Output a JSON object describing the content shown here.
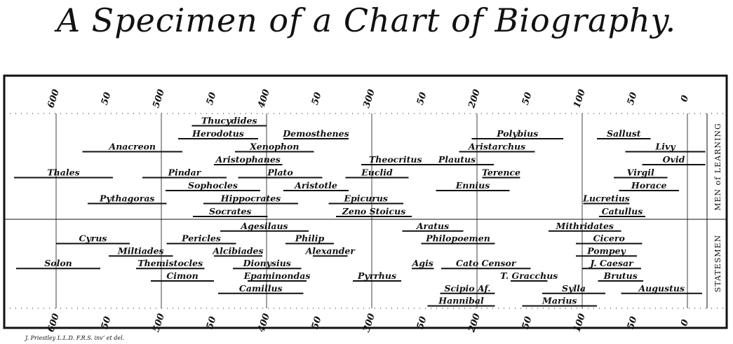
{
  "title": "A Specimen of a Chart of Biography.",
  "credit": "J. Priestley L.L.D. F.R.S. inv’ et del.",
  "chart_data": {
    "type": "timeline",
    "x_unit": "years B.C.",
    "xlim": [
      650,
      -25
    ],
    "ticks": [
      "600",
      "50",
      "500",
      "50",
      "400",
      "50",
      "300",
      "50",
      "200",
      "50",
      "100",
      "50",
      "0"
    ],
    "tick_values": [
      600,
      550,
      500,
      450,
      400,
      350,
      300,
      250,
      200,
      150,
      100,
      50,
      0
    ],
    "section_labels": [
      "MEN of LEARNING",
      "STATESMEN"
    ],
    "men_of_learning": [
      {
        "name": "Thucydides",
        "start": 471,
        "end": 400,
        "row": 0
      },
      {
        "name": "Herodotus",
        "start": 484,
        "end": 408,
        "row": 1
      },
      {
        "name": "Demosthenes",
        "start": 384,
        "end": 322,
        "row": 1
      },
      {
        "name": "Polybius",
        "start": 205,
        "end": 118,
        "row": 1
      },
      {
        "name": "Sallust",
        "start": 86,
        "end": 35,
        "row": 1
      },
      {
        "name": "Anacreon",
        "start": 575,
        "end": 480,
        "row": 2
      },
      {
        "name": "Xenophon",
        "start": 430,
        "end": 355,
        "row": 2
      },
      {
        "name": "Aristarchus",
        "start": 217,
        "end": 145,
        "row": 2
      },
      {
        "name": "Livy",
        "start": 59,
        "end": -17,
        "row": 2
      },
      {
        "name": "Aristophanes",
        "start": 450,
        "end": 385,
        "row": 3
      },
      {
        "name": "Theocritus",
        "start": 310,
        "end": 245,
        "row": 3
      },
      {
        "name": "Plautus",
        "start": 254,
        "end": 184,
        "row": 3
      },
      {
        "name": "Ovid",
        "start": 43,
        "end": -17,
        "row": 3
      },
      {
        "name": "Thales",
        "start": 640,
        "end": 546,
        "row": 4
      },
      {
        "name": "Pindar",
        "start": 518,
        "end": 438,
        "row": 4
      },
      {
        "name": "Plato",
        "start": 427,
        "end": 347,
        "row": 4
      },
      {
        "name": "Euclid",
        "start": 325,
        "end": 265,
        "row": 4
      },
      {
        "name": "Terence",
        "start": 195,
        "end": 159,
        "row": 4
      },
      {
        "name": "Virgil",
        "start": 70,
        "end": 19,
        "row": 4
      },
      {
        "name": "Sophocles",
        "start": 496,
        "end": 406,
        "row": 5
      },
      {
        "name": "Aristotle",
        "start": 384,
        "end": 322,
        "row": 5
      },
      {
        "name": "Ennius",
        "start": 239,
        "end": 169,
        "row": 5
      },
      {
        "name": "Horace",
        "start": 65,
        "end": 8,
        "row": 5
      },
      {
        "name": "Pythagoras",
        "start": 570,
        "end": 495,
        "row": 6
      },
      {
        "name": "Hippocrates",
        "start": 460,
        "end": 370,
        "row": 6
      },
      {
        "name": "Epicurus",
        "start": 341,
        "end": 270,
        "row": 6
      },
      {
        "name": "Lucretius",
        "start": 99,
        "end": 55,
        "row": 6
      },
      {
        "name": "Socrates",
        "start": 470,
        "end": 399,
        "row": 7
      },
      {
        "name": "Zeno Stoicus",
        "start": 334,
        "end": 262,
        "row": 7
      },
      {
        "name": "Catullus",
        "start": 84,
        "end": 40,
        "row": 7
      }
    ],
    "statesmen": [
      {
        "name": "Agesilaus",
        "start": 444,
        "end": 360,
        "row": 0
      },
      {
        "name": "Aratus",
        "start": 271,
        "end": 213,
        "row": 0
      },
      {
        "name": "Mithridates",
        "start": 132,
        "end": 63,
        "row": 0
      },
      {
        "name": "Cyrus",
        "start": 600,
        "end": 530,
        "row": 1
      },
      {
        "name": "Pericles",
        "start": 495,
        "end": 429,
        "row": 1
      },
      {
        "name": "Philip",
        "start": 382,
        "end": 336,
        "row": 1
      },
      {
        "name": "Philopoemen",
        "start": 253,
        "end": 183,
        "row": 1
      },
      {
        "name": "Cicero",
        "start": 106,
        "end": 43,
        "row": 1
      },
      {
        "name": "Miltiades",
        "start": 550,
        "end": 489,
        "row": 2
      },
      {
        "name": "Alcibiades",
        "start": 450,
        "end": 404,
        "row": 2
      },
      {
        "name": "Alexander",
        "start": 356,
        "end": 323,
        "row": 2
      },
      {
        "name": "Pompey",
        "start": 106,
        "end": 48,
        "row": 2
      },
      {
        "name": "Solon",
        "start": 638,
        "end": 558,
        "row": 3
      },
      {
        "name": "Themistocles",
        "start": 524,
        "end": 459,
        "row": 3
      },
      {
        "name": "Dionysius",
        "start": 432,
        "end": 367,
        "row": 3
      },
      {
        "name": "Agis",
        "start": 262,
        "end": 241,
        "row": 3
      },
      {
        "name": "Cato Censor",
        "start": 234,
        "end": 149,
        "row": 3
      },
      {
        "name": "J. Caesar",
        "start": 100,
        "end": 44,
        "row": 3
      },
      {
        "name": "Cimon",
        "start": 510,
        "end": 450,
        "row": 4
      },
      {
        "name": "Epaminondas",
        "start": 418,
        "end": 362,
        "row": 4
      },
      {
        "name": "Pyrrhus",
        "start": 318,
        "end": 272,
        "row": 4
      },
      {
        "name": "T. Gracchus",
        "start": 168,
        "end": 133,
        "row": 4
      },
      {
        "name": "Brutus",
        "start": 85,
        "end": 42,
        "row": 4
      },
      {
        "name": "Camillus",
        "start": 446,
        "end": 365,
        "row": 5
      },
      {
        "name": "Scipio Af.",
        "start": 235,
        "end": 183,
        "row": 5
      },
      {
        "name": "Sylla",
        "start": 138,
        "end": 78,
        "row": 5
      },
      {
        "name": "Augustus",
        "start": 63,
        "end": -14,
        "row": 5
      },
      {
        "name": "Hannibal",
        "start": 247,
        "end": 183,
        "row": 6
      },
      {
        "name": "Marius",
        "start": 157,
        "end": 86,
        "row": 6
      }
    ]
  }
}
